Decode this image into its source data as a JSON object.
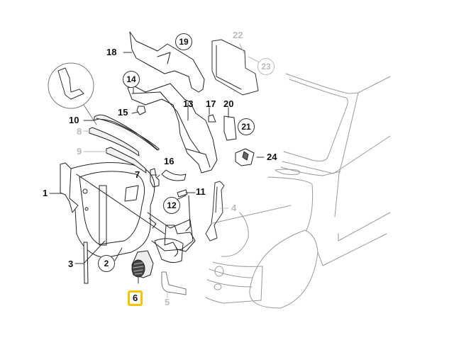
{
  "diagram": {
    "type": "exploded-parts-diagram",
    "highlight_color": "#f2c500",
    "highlighted_part": "6",
    "callouts": [
      {
        "id": "1",
        "style": "plain"
      },
      {
        "id": "2",
        "style": "circled"
      },
      {
        "id": "3",
        "style": "plain"
      },
      {
        "id": "4",
        "style": "plain-grey"
      },
      {
        "id": "5",
        "style": "plain-grey"
      },
      {
        "id": "6",
        "style": "highlighted"
      },
      {
        "id": "7",
        "style": "plain"
      },
      {
        "id": "8",
        "style": "plain-grey"
      },
      {
        "id": "9",
        "style": "plain-grey"
      },
      {
        "id": "10",
        "style": "plain"
      },
      {
        "id": "11",
        "style": "plain"
      },
      {
        "id": "12",
        "style": "circled"
      },
      {
        "id": "13",
        "style": "plain"
      },
      {
        "id": "14",
        "style": "circled"
      },
      {
        "id": "15",
        "style": "plain"
      },
      {
        "id": "16",
        "style": "plain"
      },
      {
        "id": "17",
        "style": "plain"
      },
      {
        "id": "18",
        "style": "plain"
      },
      {
        "id": "19",
        "style": "circled"
      },
      {
        "id": "20",
        "style": "plain"
      },
      {
        "id": "21",
        "style": "circled"
      },
      {
        "id": "22",
        "style": "plain-grey"
      },
      {
        "id": "23",
        "style": "circled-grey"
      },
      {
        "id": "24",
        "style": "plain"
      }
    ]
  }
}
